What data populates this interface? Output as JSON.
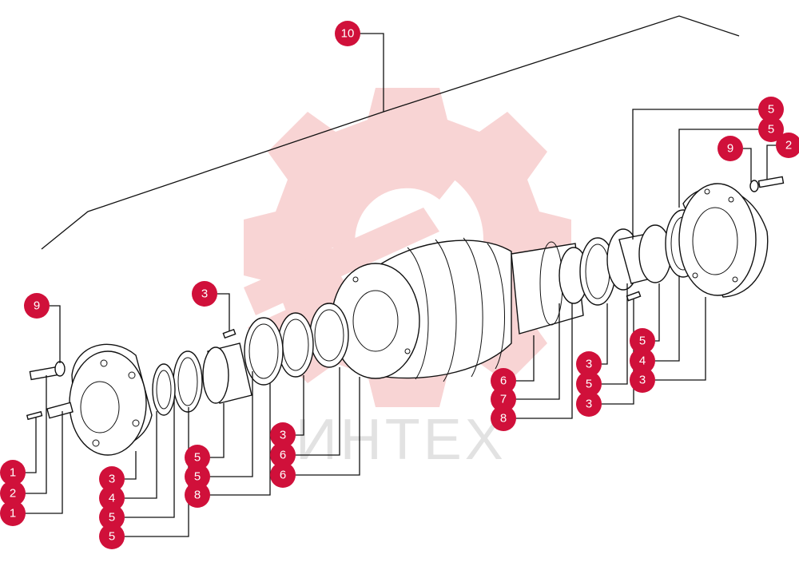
{
  "watermark": {
    "text": "ИНТЕХ",
    "gear_color": "#f4b8b8",
    "text_color": "#cccccc"
  },
  "callout_color": "#d0103a",
  "callouts": [
    {
      "id": "c-10",
      "label": "10"
    },
    {
      "id": "c-r5a",
      "label": "5"
    },
    {
      "id": "c-r5b",
      "label": "5"
    },
    {
      "id": "c-r2",
      "label": "2"
    },
    {
      "id": "c-r9",
      "label": "9"
    },
    {
      "id": "c-l9",
      "label": "9"
    },
    {
      "id": "c-m3top",
      "label": "3"
    },
    {
      "id": "c-r5c",
      "label": "5"
    },
    {
      "id": "c-r4",
      "label": "4"
    },
    {
      "id": "c-r3a",
      "label": "3"
    },
    {
      "id": "c-r3b",
      "label": "3"
    },
    {
      "id": "c-r5d",
      "label": "5"
    },
    {
      "id": "c-r3c",
      "label": "3"
    },
    {
      "id": "c-m6a",
      "label": "6"
    },
    {
      "id": "c-m7",
      "label": "7"
    },
    {
      "id": "c-m8a",
      "label": "8"
    },
    {
      "id": "c-m3b",
      "label": "3"
    },
    {
      "id": "c-m6b",
      "label": "6"
    },
    {
      "id": "c-m6c",
      "label": "6"
    },
    {
      "id": "c-m5a",
      "label": "5"
    },
    {
      "id": "c-m5b",
      "label": "5"
    },
    {
      "id": "c-m8b",
      "label": "8"
    },
    {
      "id": "c-l1a",
      "label": "1"
    },
    {
      "id": "c-l2",
      "label": "2"
    },
    {
      "id": "c-l1b",
      "label": "1"
    },
    {
      "id": "c-l3",
      "label": "3"
    },
    {
      "id": "c-l4",
      "label": "4"
    },
    {
      "id": "c-l5a",
      "label": "5"
    },
    {
      "id": "c-l5b",
      "label": "5"
    }
  ]
}
